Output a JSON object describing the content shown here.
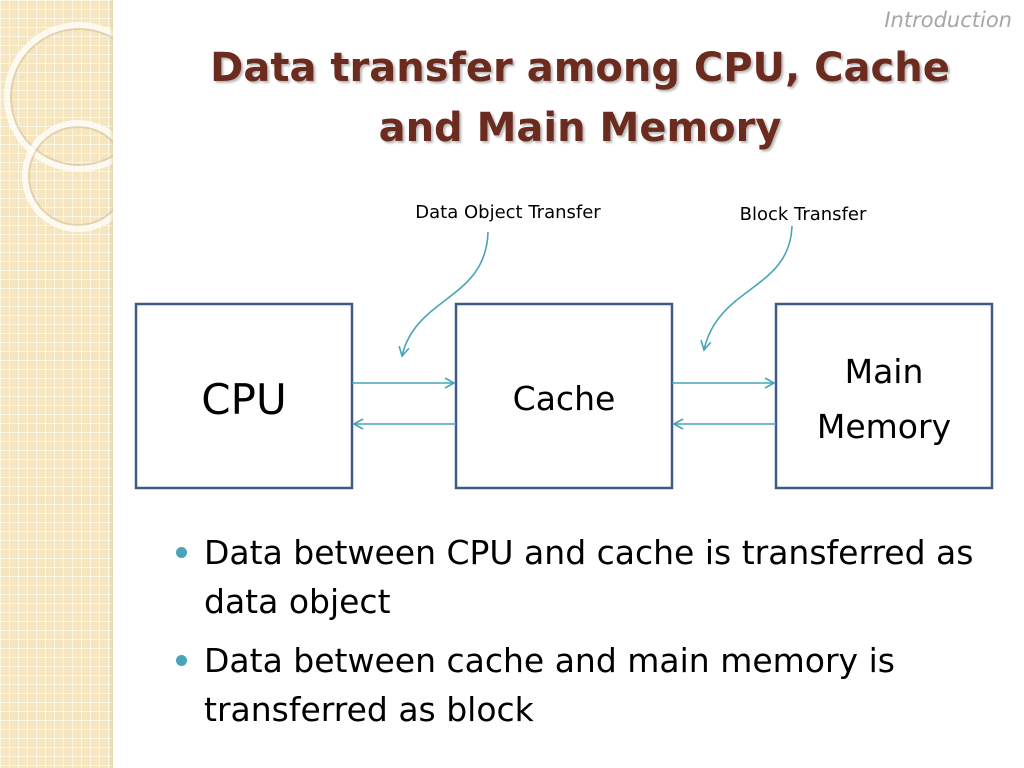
{
  "section_label": "Introduction",
  "title_line1": "Data transfer among CPU, Cache",
  "title_line2": "and Main Memory",
  "diagram": {
    "boxes": {
      "cpu": "CPU",
      "cache": "Cache",
      "memory_line1": "Main",
      "memory_line2": "Memory"
    },
    "callouts": {
      "data_object": "Data Object Transfer",
      "block": "Block Transfer"
    }
  },
  "bullets": [
    "Data between CPU and cache is transferred as data object",
    "Data between cache and main memory is transferred as block"
  ],
  "colors": {
    "box_border": "#3f5b8a",
    "arrow": "#4aa3b8",
    "title": "#6b2b1f",
    "side_strip": "#f5e6bf"
  }
}
